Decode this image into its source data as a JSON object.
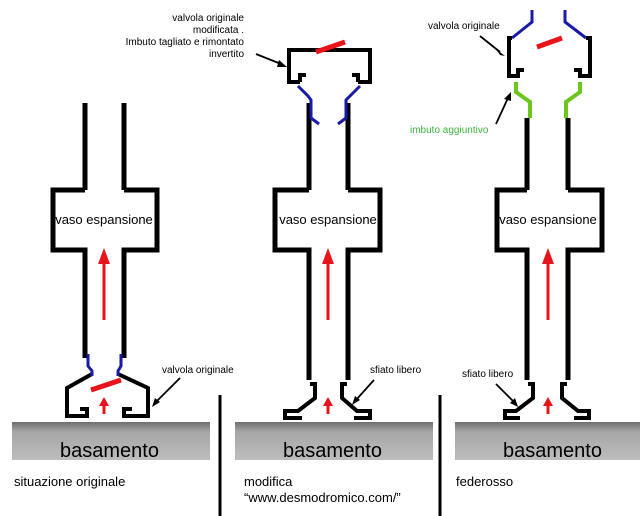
{
  "labels": {
    "vaso": "vaso espansione",
    "basamento": "basamento",
    "valvola_originale": "valvola originale",
    "valvola_modificata_1": "valvola originale",
    "valvola_modificata_2": "modificata .",
    "valvola_modificata_3": "Imbuto tagliato e rimontato",
    "valvola_modificata_4": "invertito",
    "sfiato_libero": "sfiato libero",
    "imbuto_aggiuntivo": "imbuto aggiuntivo"
  },
  "captions": {
    "left": "situazione originale",
    "middle": "modifica",
    "middle_url": "“www.desmodromico.com/”",
    "right": "federosso"
  },
  "colors": {
    "pipe": "#000000",
    "arrow": "#e8141b",
    "valve": "#e8141b",
    "funnel_blue": "#1a1aa8",
    "funnel_green": "#6cc61e",
    "base_gray": "#9a9a9a",
    "text_green": "#3cb43c"
  }
}
